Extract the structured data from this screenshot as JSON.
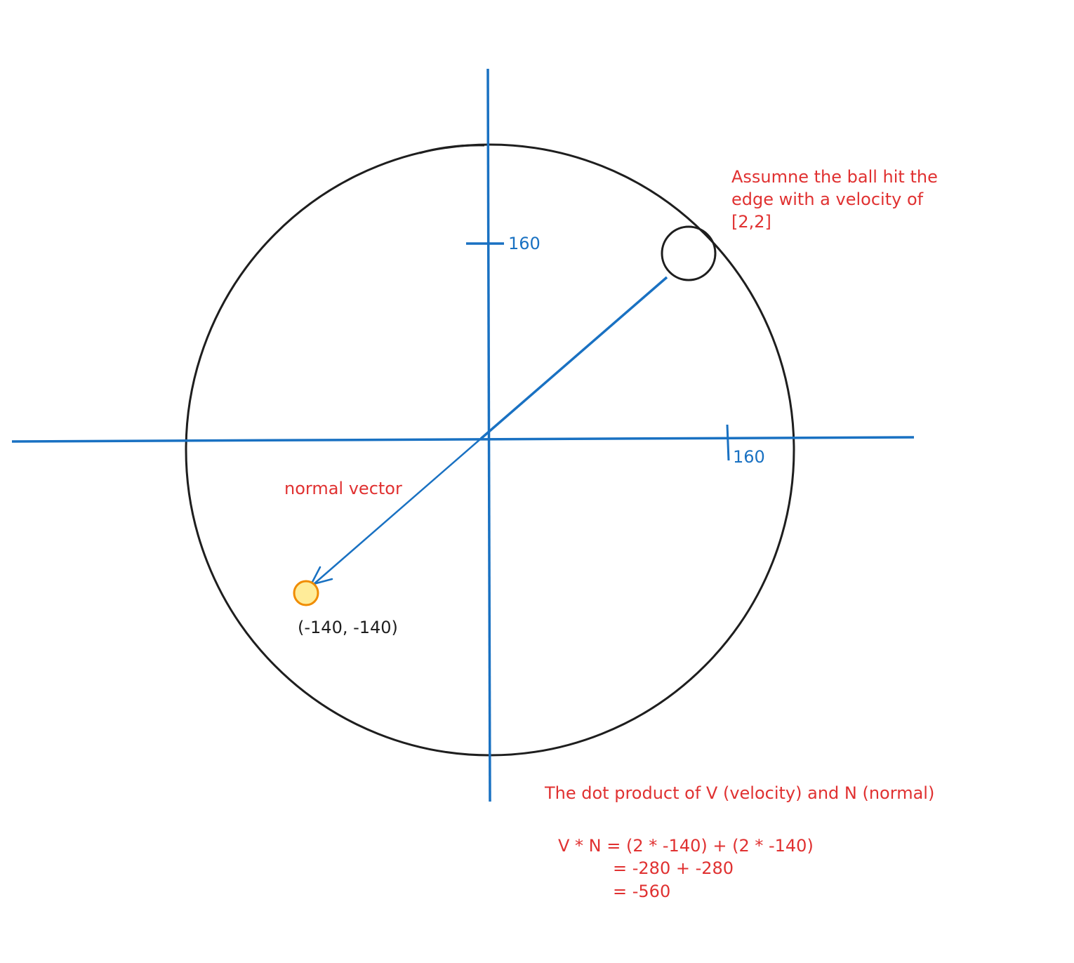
{
  "labels": {
    "y_tick": "160",
    "x_tick": "160",
    "normal_vector": "normal vector",
    "point_coord": "(-140, -140)",
    "assumption_line1": "Assumne the ball hit the",
    "assumption_line2": "edge with a velocity of",
    "assumption_line3": "[2,2]",
    "dot_title": "The dot product of V (velocity) and N (normal)",
    "eq_line1": "V * N = (2 * -140) + (2 * -140)",
    "eq_line2": "= -280 + -280",
    "eq_line3": "= -560"
  },
  "colors": {
    "axis": "#1971c2",
    "outline": "#1e1e1e",
    "annotation": "#e03131",
    "point_fill": "#ffec99",
    "point_stroke": "#f08c00"
  }
}
